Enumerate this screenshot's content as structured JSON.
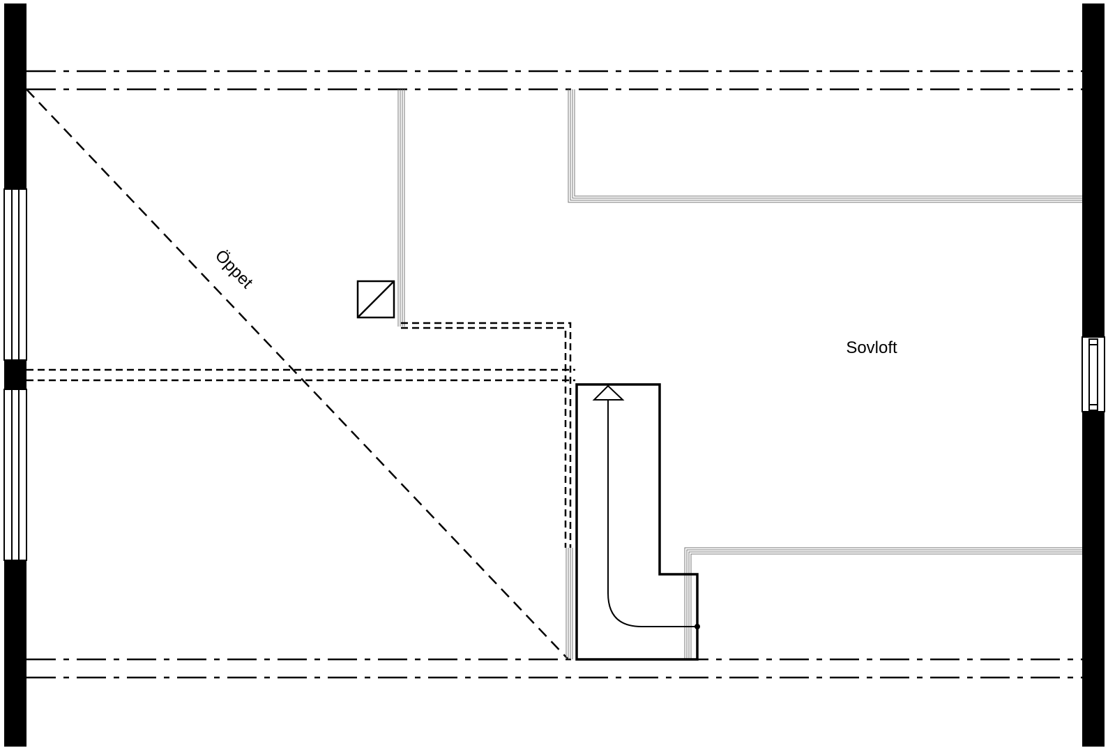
{
  "plan": {
    "rooms": [
      {
        "id": "sovloft",
        "label": "Sovloft"
      }
    ],
    "open_area": {
      "label": "Öppet"
    },
    "colors": {
      "ink": "#000000",
      "paper": "#ffffff",
      "thin_wall": "#777777"
    },
    "symbols": [
      "chimney-symbol",
      "stair-direction-arrow",
      "window-left-upper",
      "window-left-lower",
      "window-right"
    ]
  }
}
